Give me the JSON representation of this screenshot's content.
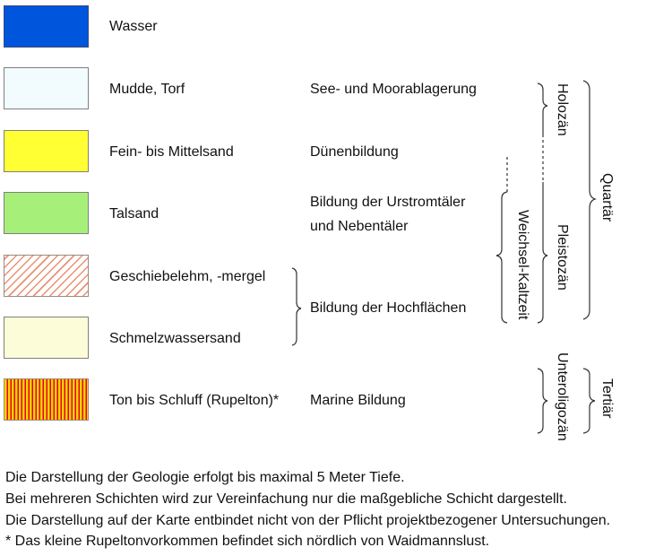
{
  "legend": [
    {
      "material": "Wasser",
      "genesis": ""
    },
    {
      "material": "Mudde, Torf",
      "genesis": "See- und Moorablagerung"
    },
    {
      "material": "Fein- bis Mittelsand",
      "genesis": "Dünenbildung"
    },
    {
      "material": "Talsand",
      "genesis_line1": "Bildung der Urstromtäler",
      "genesis_line2": "und Nebentäler"
    },
    {
      "material": "Geschiebelehm, -mergel"
    },
    {
      "material": "Schmelzwassersand"
    },
    {
      "material": "Ton bis Schluff  (Rupelton)*",
      "genesis": "Marine Bildung"
    }
  ],
  "shared_genesis": "Bildung der Hochflächen",
  "periods": {
    "holozaen": "Holozän",
    "weichsel": "Weichsel-Kaltzeit",
    "pleistozaen": "Pleistozän",
    "quartaer": "Quartär",
    "unteroligozaen": "Unteroligozän",
    "tertiaer": "Tertiär"
  },
  "swatch_colors": {
    "wasser": "#0055dd",
    "mudde_torf": "#f2fbfd",
    "fein_mittelsand": "#ffff33",
    "talsand": "#a6f07a",
    "geschiebelehm": "#e89272",
    "schmelzwassersand": "#fdfcd8",
    "ton_schluff": [
      "#f3d400",
      "#e8001f"
    ]
  },
  "notes": [
    "Die Darstellung der Geologie erfolgt bis maximal 5 Meter Tiefe.",
    "Bei mehreren Schichten wird zur Vereinfachung nur die maßgebliche Schicht dargestellt.",
    "Die Darstellung auf der Karte entbindet nicht von der Pflicht projektbezogener Untersuchungen.",
    "* Das kleine Rupeltonvorkommen befindet sich nördlich von Waidmannslust."
  ]
}
